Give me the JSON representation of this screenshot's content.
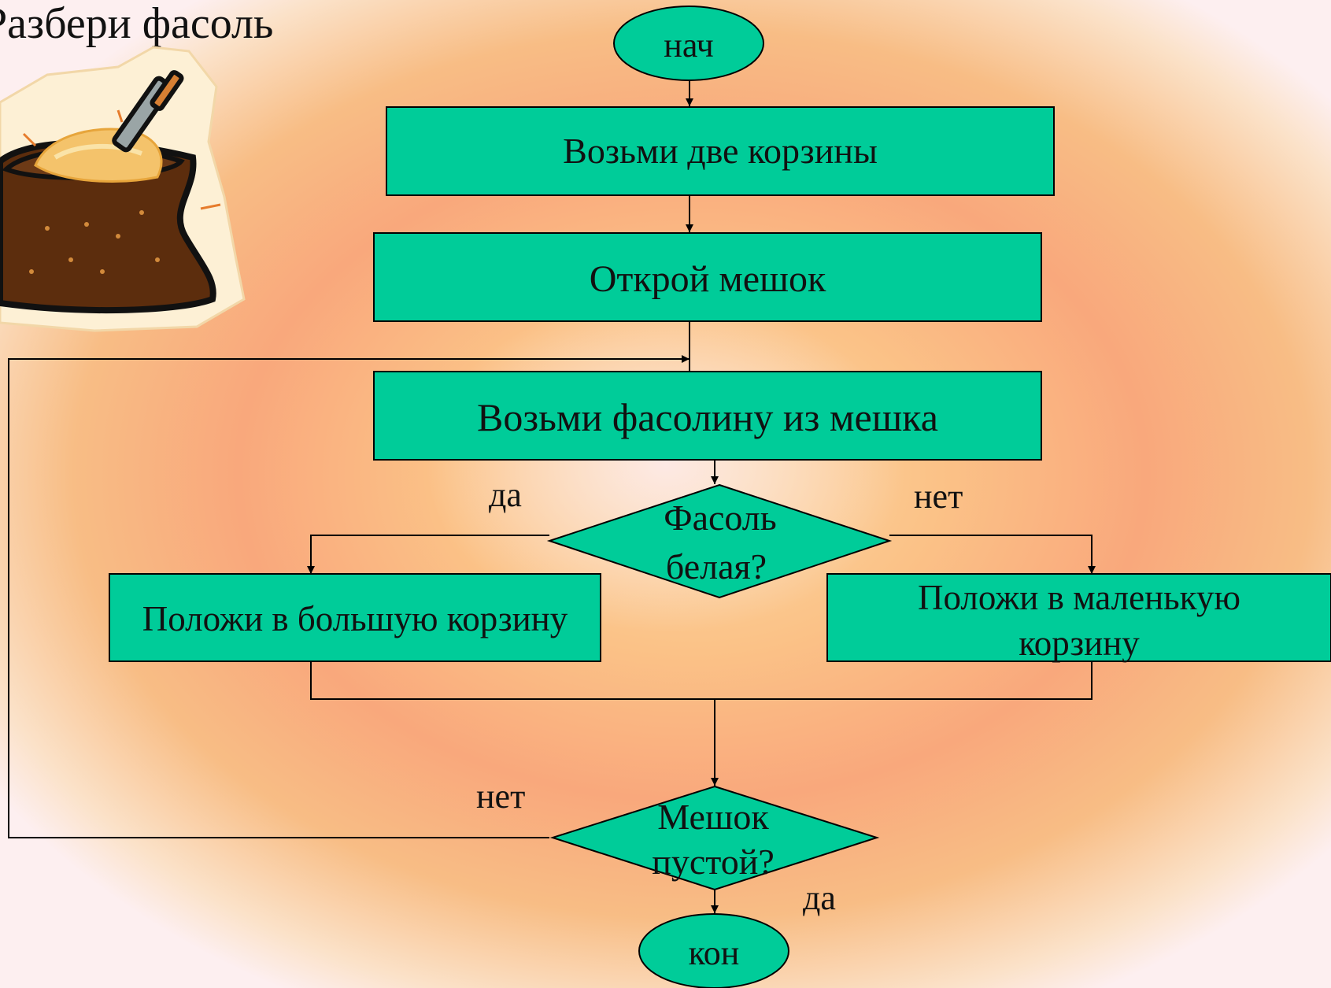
{
  "title": "Разбери фасоль",
  "nodes": {
    "start": "нач",
    "take_baskets": "Возьми две корзины",
    "open_bag": "Открой мешок",
    "take_bean": "Возьми фасолину из мешка",
    "decision_white": [
      "Фасоль",
      "белая?"
    ],
    "big_basket": "Положи в большую корзину",
    "small_basket": [
      "Положи в маленькую",
      "корзину"
    ],
    "decision_empty": [
      "Мешок",
      "пустой?"
    ],
    "end": "кон"
  },
  "edge_labels": {
    "white_yes": "да",
    "white_no": "нет",
    "empty_no": "нет",
    "empty_yes": "да"
  },
  "colors": {
    "process_fill": "#00cc99",
    "stroke": "#000000"
  },
  "icons": [
    "bean-sack-icon"
  ]
}
